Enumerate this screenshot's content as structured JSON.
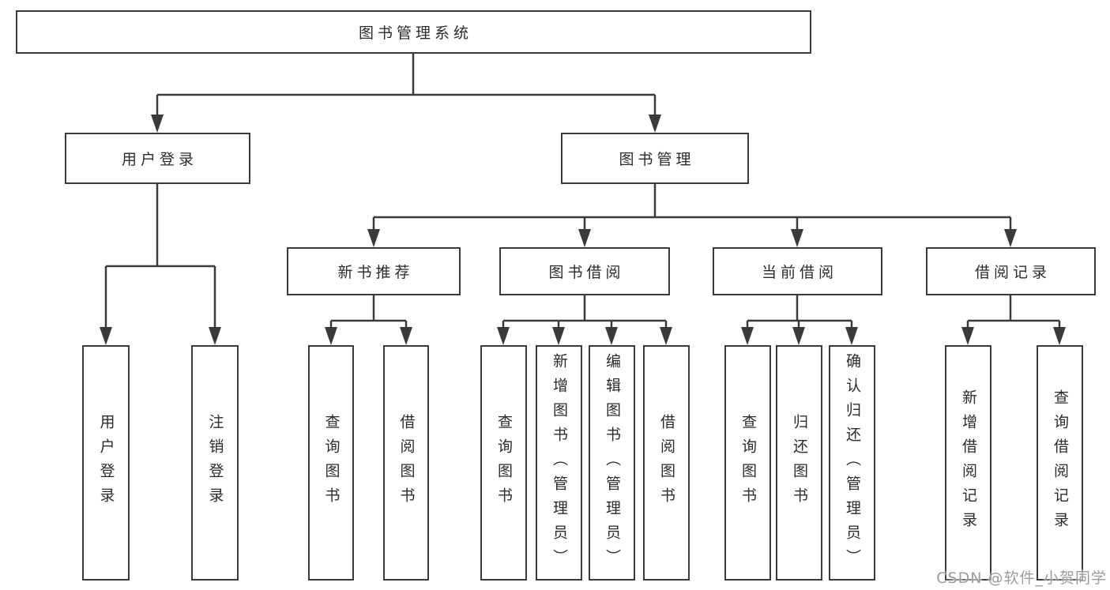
{
  "diagram": {
    "type": "hierarchy-tree",
    "root": {
      "label": "图书管理系统"
    },
    "level2": [
      {
        "id": "user-login",
        "label": "用户登录",
        "parent": "root"
      },
      {
        "id": "book-management",
        "label": "图书管理",
        "parent": "root"
      }
    ],
    "level3": [
      {
        "id": "new-book-recommend",
        "label": "新书推荐",
        "parent": "book-management"
      },
      {
        "id": "book-borrowing",
        "label": "图书借阅",
        "parent": "book-management"
      },
      {
        "id": "current-borrowing",
        "label": "当前借阅",
        "parent": "book-management"
      },
      {
        "id": "borrowing-records",
        "label": "借阅记录",
        "parent": "book-management"
      }
    ],
    "leaves": [
      {
        "id": "user-login-op",
        "label": "用户登录",
        "parent": "user-login"
      },
      {
        "id": "logout-op",
        "label": "注销登录",
        "parent": "user-login"
      },
      {
        "id": "query-books-1",
        "label": "查询图书",
        "parent": "new-book-recommend"
      },
      {
        "id": "borrow-books-1",
        "label": "借阅图书",
        "parent": "new-book-recommend"
      },
      {
        "id": "query-books-2",
        "label": "查询图书",
        "parent": "book-borrowing"
      },
      {
        "id": "add-books-admin",
        "label": "新增图书（管理员）",
        "parent": "book-borrowing"
      },
      {
        "id": "edit-books-admin",
        "label": "编辑图书（管理员）",
        "parent": "book-borrowing"
      },
      {
        "id": "borrow-books-2",
        "label": "借阅图书",
        "parent": "book-borrowing"
      },
      {
        "id": "query-books-3",
        "label": "查询图书",
        "parent": "current-borrowing"
      },
      {
        "id": "return-books",
        "label": "归还图书",
        "parent": "current-borrowing"
      },
      {
        "id": "confirm-return-admin",
        "label": "确认归还（管理员）",
        "parent": "current-borrowing"
      },
      {
        "id": "add-borrow-record",
        "label": "新增借阅记录",
        "parent": "borrowing-records"
      },
      {
        "id": "query-borrow-record",
        "label": "查询借阅记录",
        "parent": "borrowing-records"
      }
    ],
    "watermark": "CSDN @软件_小贺同学",
    "colors": {
      "line": "#3a3a3a",
      "text": "#2b2b2b",
      "background": "#ffffff",
      "watermark": "#9b9b9b"
    }
  }
}
